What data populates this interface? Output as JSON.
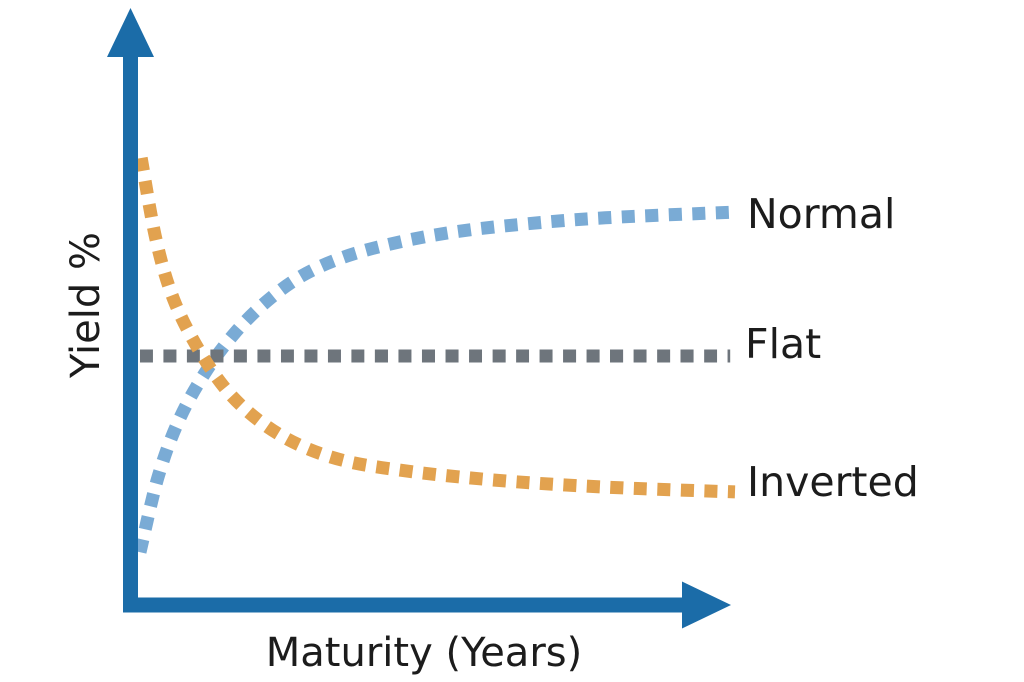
{
  "page": {
    "background": "#ffffff"
  },
  "chart_data": {
    "type": "line",
    "title": "",
    "xlabel": "Maturity (Years)",
    "ylabel": "Yield %",
    "x_ticks": [],
    "y_ticks": [],
    "axis_style": "solid arrows, no tick marks, no gridlines",
    "axis_color": "#1b6ca8",
    "text_color": "#1c1c1c",
    "line_style": "dotted (square dashes)",
    "legend_position": "labels at right end of each line",
    "x_range_note": "unlabeled, normalized 0-1",
    "y_range_note": "unlabeled, normalized 0-1",
    "series": [
      {
        "name": "Normal",
        "color": "#7aabd5",
        "shape": "rising, concave (flattens at long maturities)",
        "x": [
          0.0,
          0.03,
          0.064,
          0.108,
          0.158,
          0.212,
          0.272,
          0.343,
          0.429,
          0.529,
          0.647,
          0.782,
          1.0
        ],
        "y": [
          0.07,
          0.239,
          0.366,
          0.475,
          0.566,
          0.639,
          0.698,
          0.741,
          0.773,
          0.798,
          0.816,
          0.83,
          0.843
        ]
      },
      {
        "name": "Flat",
        "color": "#6e757c",
        "shape": "constant yield across maturities",
        "x": [
          0.0,
          0.992
        ],
        "y": [
          0.516,
          0.516
        ]
      },
      {
        "name": "Inverted",
        "color": "#e2a24f",
        "shape": "falling, convex (flattens at long maturities)",
        "x": [
          0.002,
          0.027,
          0.057,
          0.101,
          0.151,
          0.208,
          0.272,
          0.346,
          0.434,
          0.538,
          0.664,
          0.815,
          1.0
        ],
        "y": [
          0.966,
          0.78,
          0.643,
          0.525,
          0.43,
          0.361,
          0.311,
          0.277,
          0.257,
          0.241,
          0.227,
          0.216,
          0.207
        ]
      }
    ]
  }
}
